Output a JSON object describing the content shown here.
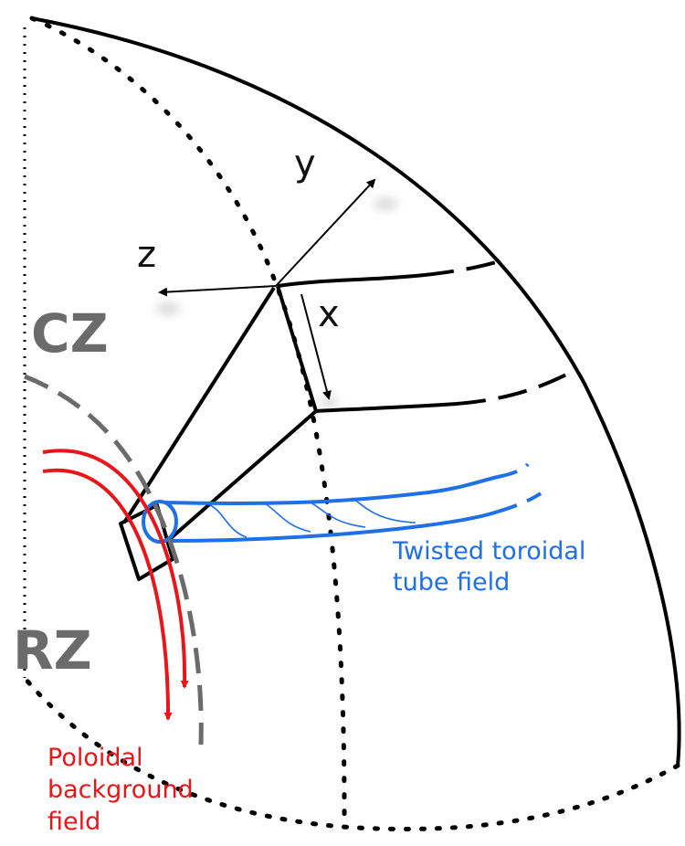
{
  "axes": {
    "x": "x",
    "y": "y",
    "z": "z"
  },
  "zones": {
    "convective": "CZ",
    "radiative": "RZ"
  },
  "annotations": {
    "tube": {
      "line1": "Twisted toroidal",
      "line2": "tube field"
    },
    "poloidal": {
      "line1": "Poloidal",
      "line2": "background",
      "line3": "field"
    }
  },
  "colors": {
    "ink": "#000000",
    "zone_gray": "#6b6b6b",
    "tube_blue": "#1f6fe5",
    "poloidal_red": "#e8151b",
    "background": "#ffffff"
  }
}
